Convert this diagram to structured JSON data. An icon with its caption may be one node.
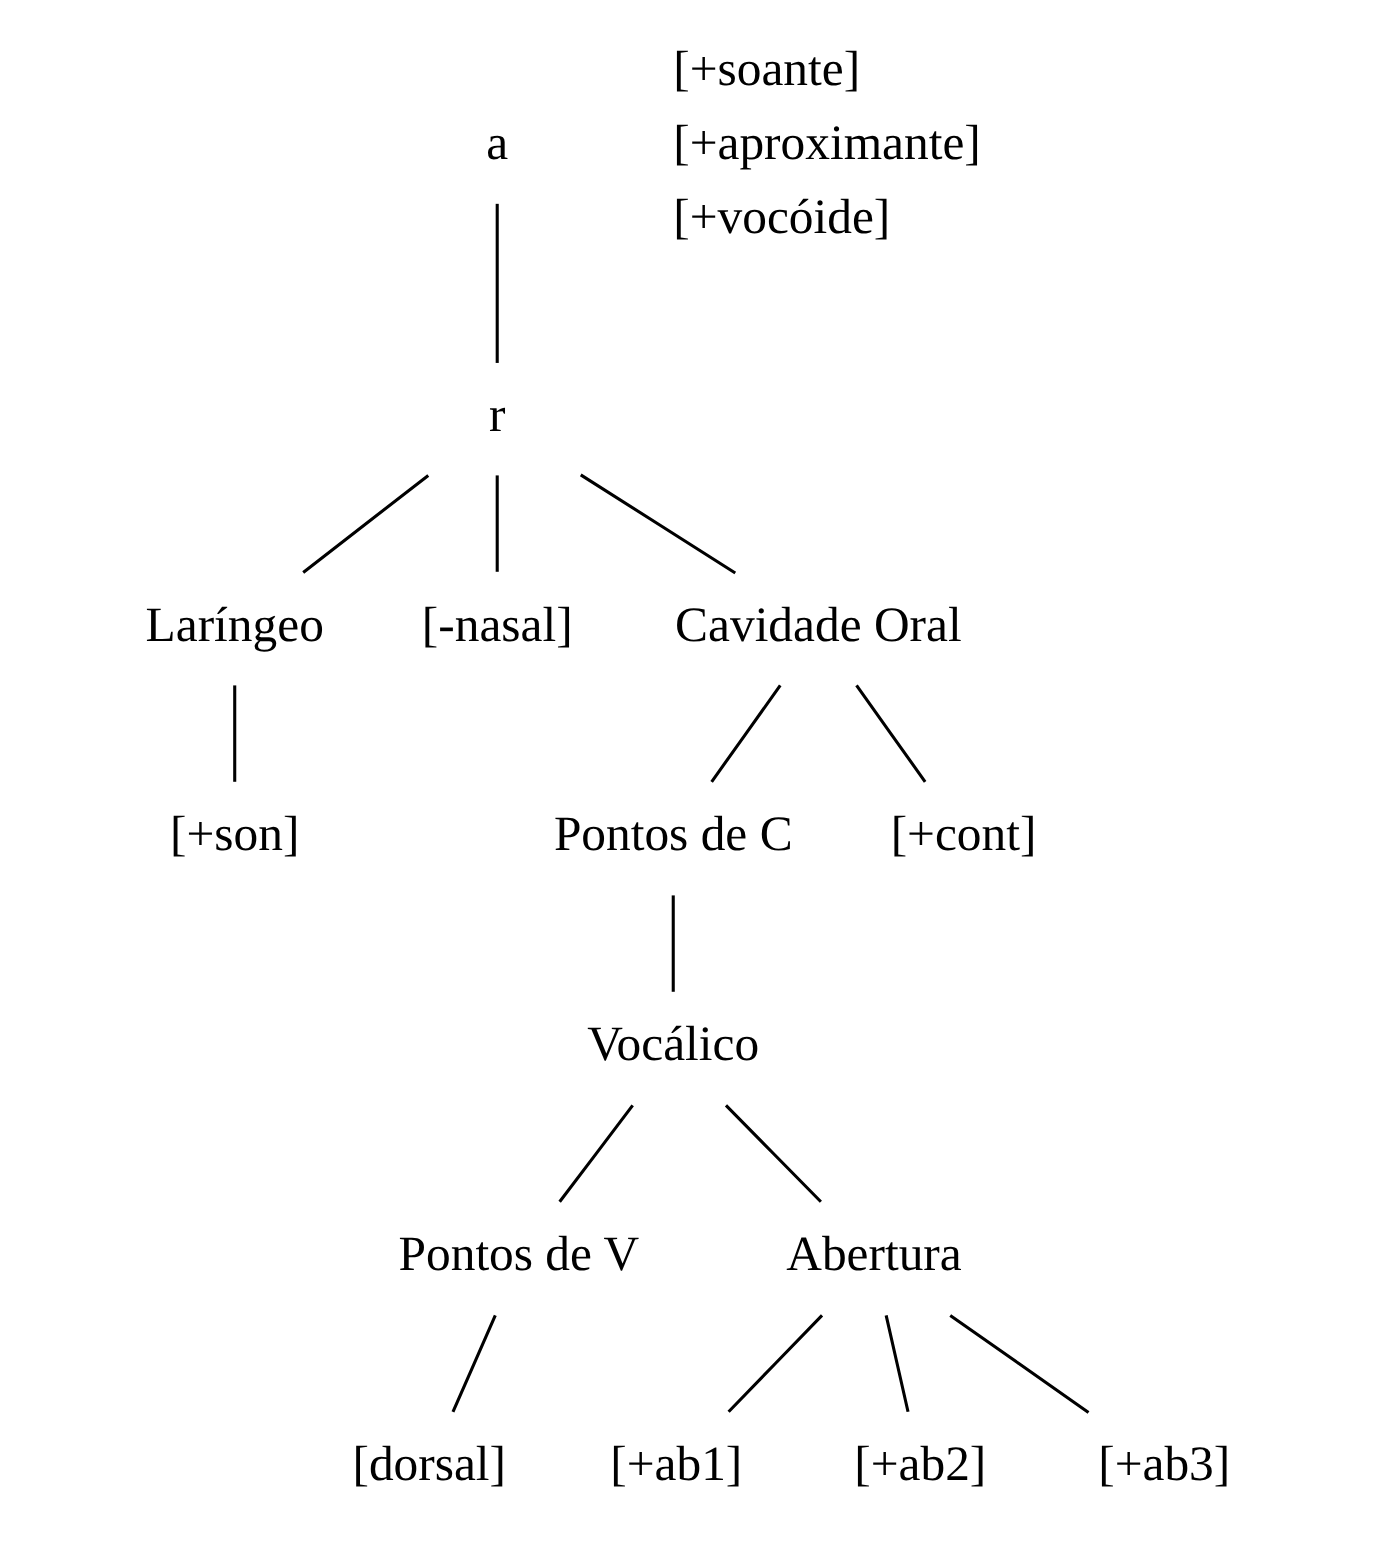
{
  "diagram": {
    "nodes": [
      {
        "text": [
          "a"
        ]
      },
      {
        "text": [
          "r"
        ]
      },
      {
        "text": [
          "Laríngeo"
        ]
      },
      {
        "text": [
          "[-nasal]"
        ]
      },
      {
        "text": [
          "Cavidade Oral"
        ]
      },
      {
        "text": [
          "[+son]"
        ]
      },
      {
        "text": [
          "Pontos de C"
        ]
      },
      {
        "text": [
          "[+cont]"
        ]
      },
      {
        "text": [
          "Vocálico"
        ]
      },
      {
        "text": [
          "Pontos de V"
        ]
      },
      {
        "text": [
          "Abertura"
        ]
      },
      {
        "text": [
          "[dorsal]"
        ]
      },
      {
        "text": [
          "[+ab1]"
        ]
      },
      {
        "text": [
          "[+ab2]"
        ]
      },
      {
        "text": [
          "[+ab3]"
        ]
      }
    ],
    "edges": [
      {
        "from": 0,
        "to": 1,
        "arrow": "none"
      },
      {
        "from": 1,
        "to": 2,
        "arrow": "none"
      },
      {
        "from": 1,
        "to": 3,
        "arrow": "none"
      },
      {
        "from": 1,
        "to": 4,
        "arrow": "none"
      },
      {
        "from": 2,
        "to": 5,
        "arrow": "none"
      },
      {
        "from": 4,
        "to": 6,
        "arrow": "none"
      },
      {
        "from": 4,
        "to": 7,
        "arrow": "none"
      },
      {
        "from": 6,
        "to": 8,
        "arrow": "none"
      },
      {
        "from": 8,
        "to": 9,
        "arrow": "none"
      },
      {
        "from": 8,
        "to": 10,
        "arrow": "none"
      },
      {
        "from": 9,
        "to": 11,
        "arrow": "none"
      },
      {
        "from": 10,
        "to": 12,
        "arrow": "none"
      },
      {
        "from": 10,
        "to": 13,
        "arrow": "none"
      },
      {
        "from": 10,
        "to": 14,
        "arrow": "none"
      }
    ],
    "labels": [
      "[+soante]",
      "[+aproximante]",
      "[+vocóide]"
    ]
  }
}
